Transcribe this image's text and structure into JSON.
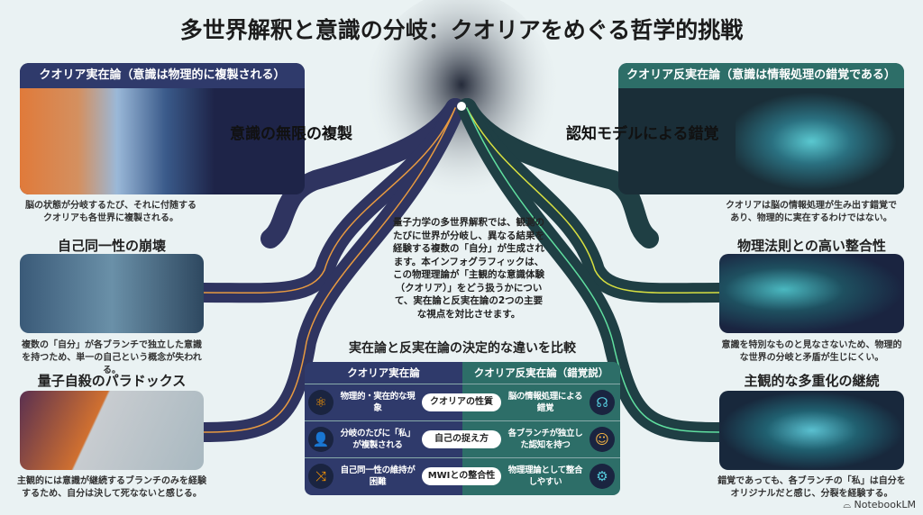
{
  "title": "多世界解釈と意識の分岐：クオリアをめぐる哲学的挑戦",
  "left": {
    "header": "クオリア実在論（意識は物理的に複製される）",
    "main_heading": "意識の無限の複製",
    "main_caption": "脳の状態が分岐するたび、それに付随するクオリアも各世界に複製される。",
    "sections": [
      {
        "heading": "自己同一性の崩壊",
        "caption": "複数の「自分」が各ブランチで独立した意識を持つため、単一の自己という概念が失われる。"
      },
      {
        "heading": "量子自殺のパラドックス",
        "caption": "主観的には意識が継続するブランチのみを経験するため、自分は決して死なないと感じる。"
      }
    ]
  },
  "right": {
    "header": "クオリア反実在論（意識は情報処理の錯覚である）",
    "main_heading": "認知モデルによる錯覚",
    "main_caption": "クオリアは脳の情報処理が生み出す錯覚であり、物理的に実在するわけではない。",
    "sections": [
      {
        "heading": "物理法則との高い整合性",
        "caption": "意識を特別なものと見なさないため、物理的な世界の分岐と矛盾が生じにくい。"
      },
      {
        "heading": "主観的な多重化の継続",
        "caption": "錯覚であっても、各ブランチの「私」は自分をオリジナルだと感じ、分裂を経験する。"
      }
    ]
  },
  "intro": "量子力学の多世界解釈では、観測のたびに世界が分岐し、異なる結果を経験する複数の「自分」が生成されます。本インフォグラフィックは、この物理理論が「主観的な意識体験（クオリア）」をどう扱うかについて、実在論と反実在論の2つの主要な視点を対比させます。",
  "comparison": {
    "title": "実在論と反実在論の決定的な違いを比較",
    "col_left": "クオリア実在論",
    "col_right": "クオリア反実在論（錯覚説）",
    "rows": [
      {
        "left": "物理的・実在的な現象",
        "aspect": "クオリアの性質",
        "right": "脳の情報処理による錯覚"
      },
      {
        "left": "分岐のたびに「私」が複製される",
        "aspect": "自己の捉え方",
        "right": "各ブランチが独立した認知を持つ"
      },
      {
        "left": "自己同一性の維持が困難",
        "aspect": "MWIとの整合性",
        "right": "物理理論として整合しやすい"
      }
    ]
  },
  "footer": "NotebookLM",
  "colors": {
    "navy": "#2f3a6b",
    "teal": "#2d6e68",
    "orange": "#f0a040",
    "yellow": "#d8e040"
  }
}
